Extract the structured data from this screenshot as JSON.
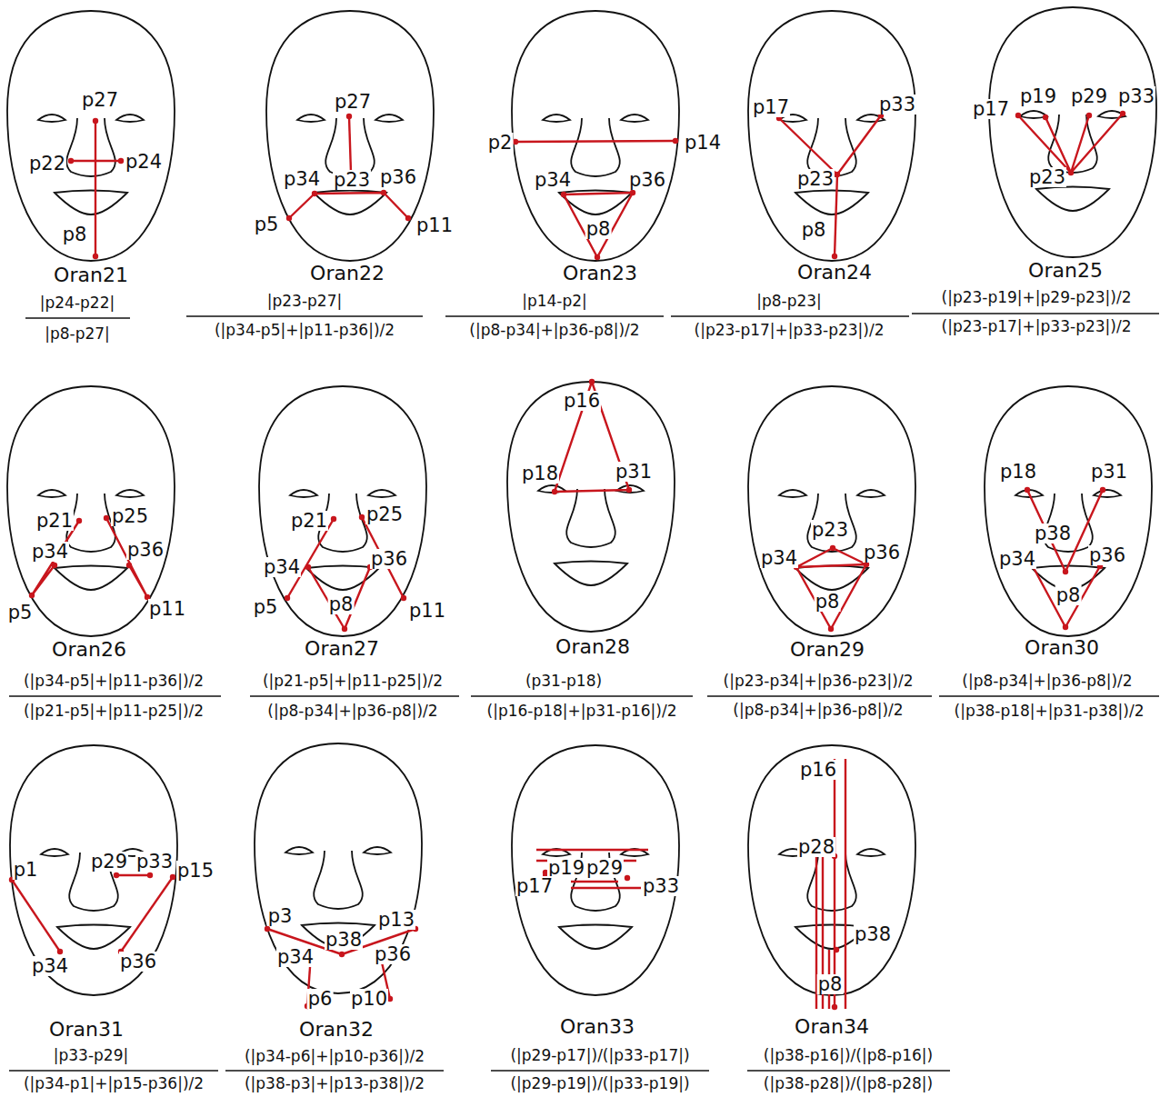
{
  "diagram": {
    "labels": [
      "p27",
      "p22",
      "p24",
      "p8",
      "Oran21",
      "|p24-p22|",
      "|p8-p27|",
      "p27",
      "p34",
      "p23",
      "p36",
      "p5",
      "p11",
      "Oran22",
      "|p23-p27|",
      "(|p34-p5|+|p11-p36|)/2",
      "p2",
      "p14",
      "p34",
      "p36",
      "p8",
      "Oran23",
      "|p14-p2|",
      "(|p8-p34|+|p36-p8|)/2",
      "p17",
      "p33",
      "p23",
      "p8",
      "Oran24",
      "|p8-p23|",
      "(|p23-p17|+|p33-p23|)/2",
      "p17",
      "p19",
      "p29",
      "p33",
      "p23",
      "Oran25",
      "(|p23-p19|+|p29-p23|)/2",
      "(|p23-p17|+|p33-p23|)/2",
      "p21",
      "p25",
      "p34",
      "p36",
      "p5",
      "p11",
      "Oran26",
      "(|p34-p5|+|p11-p36|)/2",
      "(|p21-p5|+|p11-p25|)/2",
      "p21",
      "p25",
      "p34",
      "p36",
      "p5",
      "p8",
      "p11",
      "Oran27",
      "(|p21-p5|+|p11-p25|)/2",
      "(|p8-p34|+|p36-p8|)/2",
      "p16",
      "p18",
      "p31",
      "Oran28",
      "(p31-p18)",
      "(|p16-p18|+|p31-p16|)/2",
      "p23",
      "p34",
      "p36",
      "p8",
      "Oran29",
      "(|p23-p34|+|p36-p23|)/2",
      "(|p8-p34|+|p36-p8|)/2",
      "p18",
      "p31",
      "p38",
      "p34",
      "p36",
      "p8",
      "Oran30",
      "(|p8-p34|+|p36-p8|)/2",
      "(|p38-p18|+|p31-p38|)/2",
      "p1",
      "p29",
      "p33",
      "p15",
      "p34",
      "p36",
      "Oran31",
      "|p33-p29|",
      "(|p34-p1|+|p15-p36|)/2",
      "p3",
      "p13",
      "p38",
      "p34",
      "p36",
      "p6",
      "p10",
      "Oran32",
      "(|p34-p6|+|p10-p36|)/2",
      "(|p38-p3|+|p13-p38|)/2",
      "p19",
      "p29",
      "p17",
      "p33",
      "Oran33",
      "(|p29-p17|)/(|p33-p17|)",
      "(|p29-p19|)/(|p33-p19|)",
      "p16",
      "p28",
      "p38",
      "p8",
      "Oran34",
      "(|p38-p16|)/(|p8-p16|)",
      "(|p38-p28|)/(|p8-p28|)"
    ]
  }
}
